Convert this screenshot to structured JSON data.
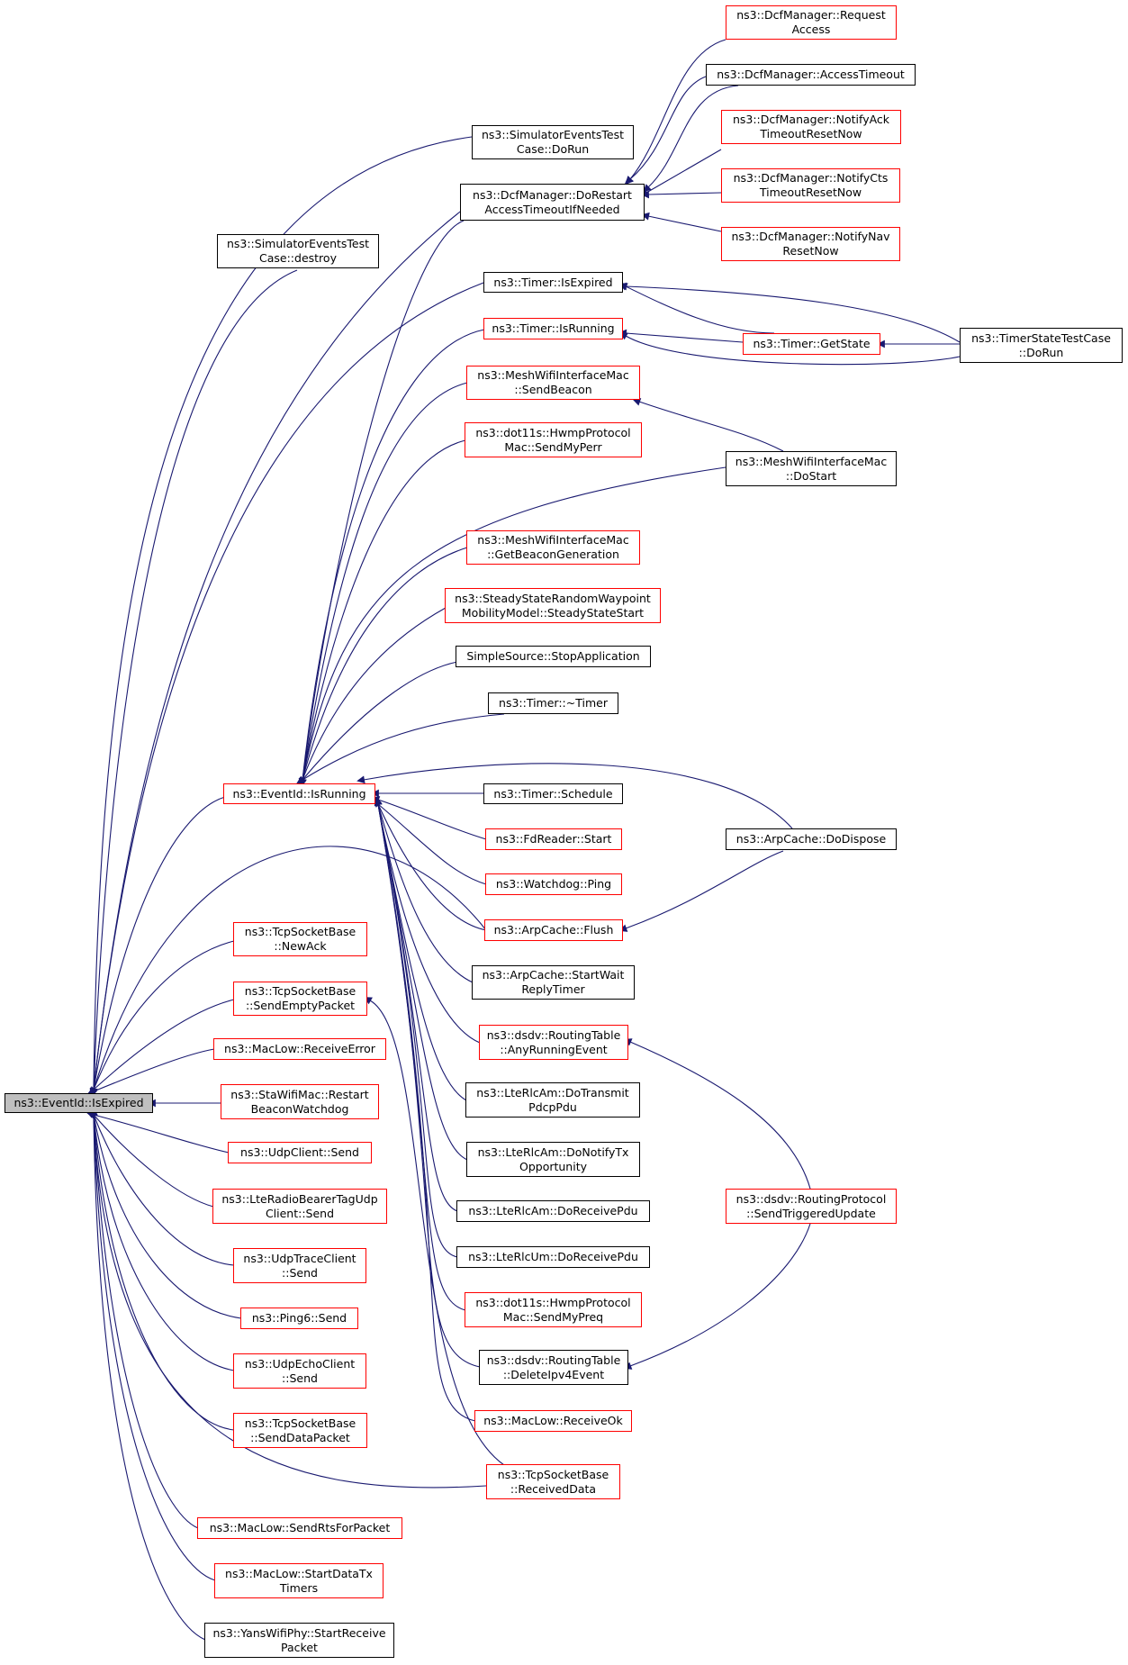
{
  "colors": {
    "edge": "#191970",
    "node_border_default": "#000000",
    "node_border_incomplete": "#ff0000",
    "root_fill": "#bfbfbf"
  },
  "graph": {
    "nodes": [
      {
        "id": "root",
        "label": "ns3::EventId::IsExpired"
      },
      {
        "id": "simtest_dorun",
        "label": "ns3::SimulatorEventsTest\nCase::DoRun"
      },
      {
        "id": "simtest_destroy",
        "label": "ns3::SimulatorEventsTest\nCase::destroy"
      },
      {
        "id": "dcf_restart",
        "label": "ns3::DcfManager::DoRestart\nAccessTimeoutIfNeeded"
      },
      {
        "id": "dcf_request",
        "label": "ns3::DcfManager::Request\nAccess"
      },
      {
        "id": "dcf_timeout",
        "label": "ns3::DcfManager::AccessTimeout"
      },
      {
        "id": "dcf_ack",
        "label": "ns3::DcfManager::NotifyAck\nTimeoutResetNow"
      },
      {
        "id": "dcf_cts",
        "label": "ns3::DcfManager::NotifyCts\nTimeoutResetNow"
      },
      {
        "id": "dcf_nav",
        "label": "ns3::DcfManager::NotifyNav\nResetNow"
      },
      {
        "id": "timer_isexpired",
        "label": "ns3::Timer::IsExpired"
      },
      {
        "id": "timer_isrunning",
        "label": "ns3::Timer::IsRunning"
      },
      {
        "id": "timer_getstate",
        "label": "ns3::Timer::GetState"
      },
      {
        "id": "timerstate_dorun",
        "label": "ns3::TimerStateTestCase\n::DoRun"
      },
      {
        "id": "mesh_sendbeacon",
        "label": "ns3::MeshWifiInterfaceMac\n::SendBeacon"
      },
      {
        "id": "mesh_dostart",
        "label": "ns3::MeshWifiInterfaceMac\n::DoStart"
      },
      {
        "id": "hwmp_perr",
        "label": "ns3::dot11s::HwmpProtocol\nMac::SendMyPerr"
      },
      {
        "id": "mesh_getbeacon",
        "label": "ns3::MeshWifiInterfaceMac\n::GetBeaconGeneration"
      },
      {
        "id": "steady_start",
        "label": "ns3::SteadyStateRandomWaypoint\nMobilityModel::SteadyStateStart"
      },
      {
        "id": "simple_stop",
        "label": "SimpleSource::StopApplication"
      },
      {
        "id": "timer_dtor",
        "label": "ns3::Timer::~Timer"
      },
      {
        "id": "eventid_isrunning",
        "label": "ns3::EventId::IsRunning"
      },
      {
        "id": "timer_schedule",
        "label": "ns3::Timer::Schedule"
      },
      {
        "id": "arpcache_dispose",
        "label": "ns3::ArpCache::DoDispose"
      },
      {
        "id": "fdreader_start",
        "label": "ns3::FdReader::Start"
      },
      {
        "id": "watchdog_ping",
        "label": "ns3::Watchdog::Ping"
      },
      {
        "id": "arpcache_flush",
        "label": "ns3::ArpCache::Flush"
      },
      {
        "id": "arpcache_startwait",
        "label": "ns3::ArpCache::StartWait\nReplyTimer"
      },
      {
        "id": "dsdv_anyrunning",
        "label": "ns3::dsdv::RoutingTable\n::AnyRunningEvent"
      },
      {
        "id": "lte_dotransmit",
        "label": "ns3::LteRlcAm::DoTransmit\nPdcpPdu"
      },
      {
        "id": "lte_donotify",
        "label": "ns3::LteRlcAm::DoNotifyTx\nOpportunity"
      },
      {
        "id": "dsdv_sendtriggered",
        "label": "ns3::dsdv::RoutingProtocol\n::SendTriggeredUpdate"
      },
      {
        "id": "lteam_receive",
        "label": "ns3::LteRlcAm::DoReceivePdu"
      },
      {
        "id": "lteum_receive",
        "label": "ns3::LteRlcUm::DoReceivePdu"
      },
      {
        "id": "hwmp_preq",
        "label": "ns3::dot11s::HwmpProtocol\nMac::SendMyPreq"
      },
      {
        "id": "dsdv_delete",
        "label": "ns3::dsdv::RoutingTable\n::DeleteIpv4Event"
      },
      {
        "id": "maclow_receiveok",
        "label": "ns3::MacLow::ReceiveOk"
      },
      {
        "id": "tcp_receiveddata",
        "label": "ns3::TcpSocketBase\n::ReceivedData"
      },
      {
        "id": "tcp_newack",
        "label": "ns3::TcpSocketBase\n::NewAck"
      },
      {
        "id": "tcp_sendempty",
        "label": "ns3::TcpSocketBase\n::SendEmptyPacket"
      },
      {
        "id": "maclow_receiveerror",
        "label": "ns3::MacLow::ReceiveError"
      },
      {
        "id": "sta_restart",
        "label": "ns3::StaWifiMac::Restart\nBeaconWatchdog"
      },
      {
        "id": "udpclient_send",
        "label": "ns3::UdpClient::Send"
      },
      {
        "id": "lteradio_send",
        "label": "ns3::LteRadioBearerTagUdp\nClient::Send"
      },
      {
        "id": "udptrace_send",
        "label": "ns3::UdpTraceClient\n::Send"
      },
      {
        "id": "ping6_send",
        "label": "ns3::Ping6::Send"
      },
      {
        "id": "udpecho_send",
        "label": "ns3::UdpEchoClient\n::Send"
      },
      {
        "id": "tcp_senddata",
        "label": "ns3::TcpSocketBase\n::SendDataPacket"
      },
      {
        "id": "maclow_sendrts",
        "label": "ns3::MacLow::SendRtsForPacket"
      },
      {
        "id": "maclow_startdata",
        "label": "ns3::MacLow::StartDataTx\nTimers"
      },
      {
        "id": "yans_startreceive",
        "label": "ns3::YansWifiPhy::StartReceive\nPacket"
      }
    ]
  }
}
